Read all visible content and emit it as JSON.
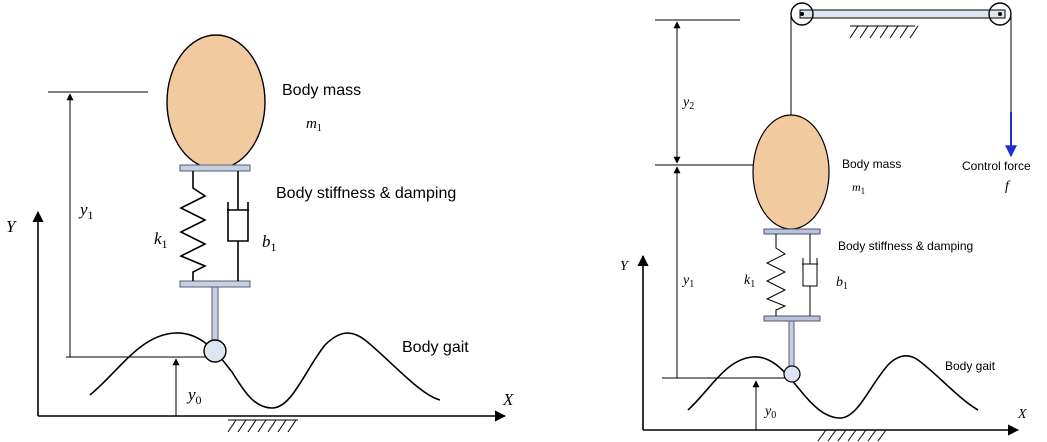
{
  "left": {
    "body_mass_label": "Body mass",
    "mass_symbol": "m",
    "mass_sub": "1",
    "stiffness_label": "Body stiffness & damping",
    "k_symbol": "k",
    "k_sub": "1",
    "b_symbol": "b",
    "b_sub": "1",
    "y1_symbol": "y",
    "y1_sub": "1",
    "y0_symbol": "y",
    "y0_sub": "0",
    "y_axis": "Y",
    "x_axis": "X",
    "gait_label": "Body gait"
  },
  "right": {
    "body_mass_label": "Body mass",
    "mass_symbol": "m",
    "mass_sub": "1",
    "control_label": "Control force",
    "force_symbol": "f",
    "stiffness_label": "Body stiffness & damping",
    "k_symbol": "k",
    "k_sub": "1",
    "b_symbol": "b",
    "b_sub": "1",
    "y2_symbol": "y",
    "y2_sub": "2",
    "y1_symbol": "y",
    "y1_sub": "1",
    "y0_symbol": "y",
    "y0_sub": "0",
    "y_axis": "Y",
    "x_axis": "X",
    "gait_label": "Body gait"
  },
  "colors": {
    "mass_fill": "#f2caa0",
    "force_arrow": "#1f2fd0"
  }
}
